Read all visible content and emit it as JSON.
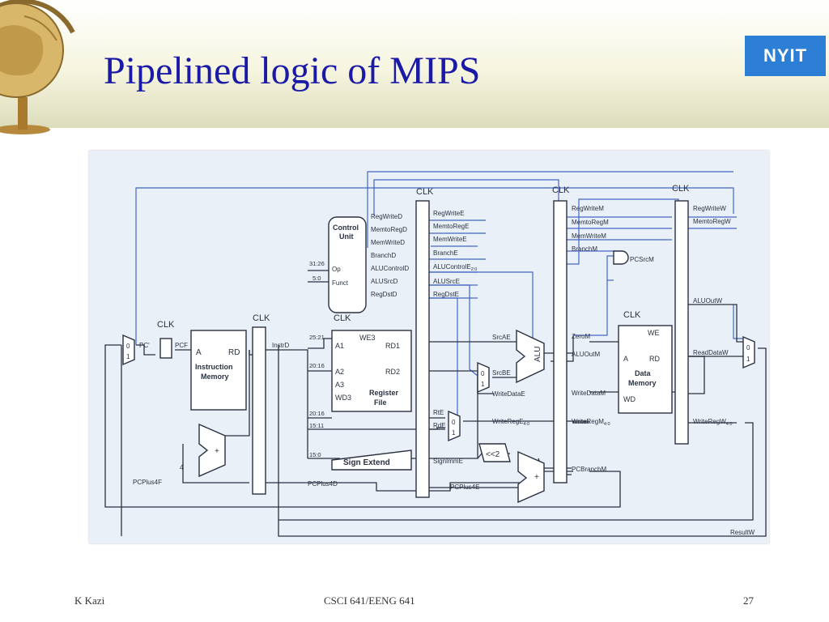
{
  "slide": {
    "title": "Pipelined logic of MIPS",
    "logo": "NYIT",
    "footer_left": "K Kazi",
    "footer_center": "CSCI 641/EENG 641",
    "footer_right": "27"
  },
  "diagram": {
    "clk": "CLK",
    "control_unit": [
      "Control",
      "Unit"
    ],
    "control_in": {
      "op_bits": "31:26",
      "op": "Op",
      "funct_bits": "5:0",
      "funct": "Funct"
    },
    "decode_signals": [
      "RegWriteD",
      "MemtoRegD",
      "MemWriteD",
      "BranchD",
      "ALUControlD",
      "ALUSrcD",
      "RegDstD"
    ],
    "execute_signals": [
      "RegWriteE",
      "MemtoRegE",
      "MemWriteE",
      "BranchE",
      "ALUControlE",
      "ALUSrcE",
      "RegDstE"
    ],
    "alucontrol_sub": "2:0",
    "memory_signals": [
      "RegWriteM",
      "MemtoRegM",
      "MemWriteM",
      "BranchM"
    ],
    "writeback_signals": [
      "RegWriteW",
      "MemtoRegW"
    ],
    "pcsrc": "PCSrcM",
    "mux_0": "0",
    "mux_1": "1",
    "pc": "PC'",
    "pcf": "PCF",
    "instr_mem": {
      "a": "A",
      "rd": "RD",
      "name": [
        "Instruction",
        "Memory"
      ]
    },
    "instrd": "InstrD",
    "regfile": {
      "we3": "WE3",
      "a1": "A1",
      "rd1": "RD1",
      "a2": "A2",
      "rd2": "RD2",
      "a3": "A3",
      "wd3": "WD3",
      "name": [
        "Register",
        "File"
      ]
    },
    "bits": {
      "b2521": "25:21",
      "b2016a": "20:16",
      "b2016b": "20:16",
      "b1511": "15:11",
      "b150": "15:0"
    },
    "sign_extend": "Sign Extend",
    "four": "4",
    "plus": "+",
    "shift": "<<2",
    "srcae": "SrcAE",
    "srcbe": "SrcBE",
    "alu": "ALU",
    "writedatae": "WriteDataE",
    "rte": "RtE",
    "rde": "RdE",
    "writerege": "WriteRegE",
    "writerege_sub": "4:0",
    "signimme": "SignImmE",
    "pcplus4f": "PCPlus4F",
    "pcplus4d": "PCPlus4D",
    "pcplus4e": "PCPlus4E",
    "zerom": "ZeroM",
    "aluoutm": "ALUOutM",
    "writedatam": "WriteDataM",
    "writeregm": "WriteRegM",
    "writeregm_sub": "4:0",
    "pcbranchm": "PCBranchM",
    "data_mem": {
      "we": "WE",
      "a": "A",
      "rd": "RD",
      "name": [
        "Data",
        "Memory"
      ],
      "wd": "WD"
    },
    "aluoutw": "ALUOutW",
    "readdataw": "ReadDataW",
    "writeregw": "WriteRegW",
    "writeregw_sub": "4:0",
    "resultw": "ResultW"
  }
}
